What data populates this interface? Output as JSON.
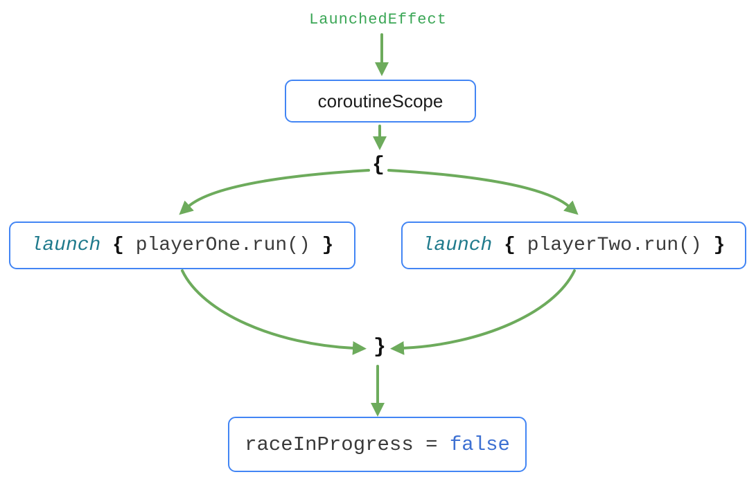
{
  "colors": {
    "arrow_green": "#6dab5c",
    "effect_label_green": "#3aa655",
    "box_border_blue": "#4285f4",
    "keyword_teal": "#1f7a8c",
    "value_blue": "#3d70d2",
    "code_dark": "#3a3a3a",
    "brace_black": "#111111",
    "node_text_black": "#1b1b1b"
  },
  "labels": {
    "launched_effect": "LaunchedEffect",
    "open_brace": "{",
    "close_brace": "}"
  },
  "nodes": {
    "coroutine_scope": {
      "label": "coroutineScope"
    },
    "launch_one": {
      "keyword": "launch",
      "open_brace": "{",
      "body": "playerOne.run()",
      "close_brace": "}"
    },
    "launch_two": {
      "keyword": "launch",
      "open_brace": "{",
      "body": "playerTwo.run()",
      "close_brace": "}"
    },
    "result": {
      "variable": "raceInProgress",
      "equals": "=",
      "value": "false"
    }
  }
}
